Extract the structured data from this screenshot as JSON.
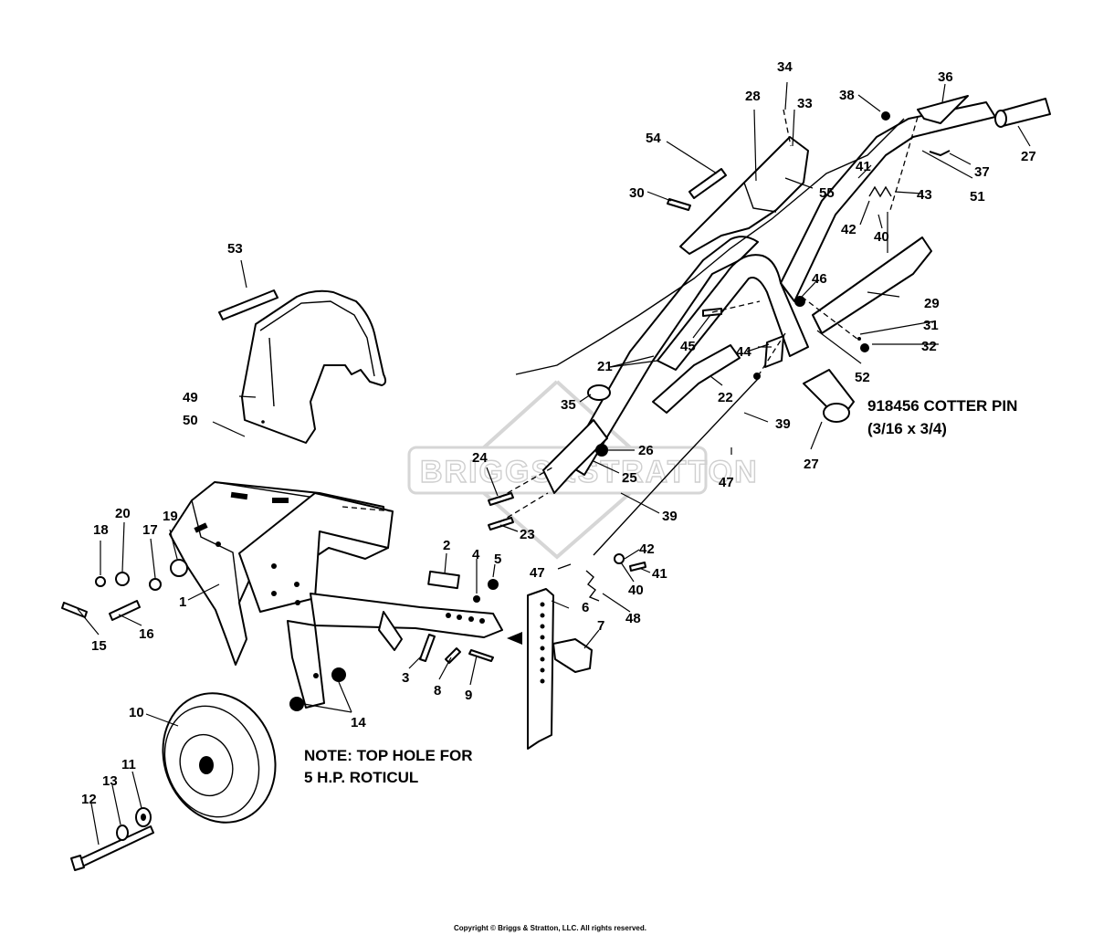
{
  "callouts": [
    "1",
    "2",
    "3",
    "4",
    "5",
    "6",
    "7",
    "8",
    "9",
    "10",
    "11",
    "12",
    "13",
    "14",
    "15",
    "16",
    "17",
    "18",
    "19",
    "20",
    "21",
    "22",
    "23",
    "24",
    "25",
    "26",
    "27",
    "28",
    "29",
    "30",
    "31",
    "32",
    "33",
    "34",
    "35",
    "36",
    "37",
    "38",
    "39",
    "40",
    "41",
    "42",
    "43",
    "44",
    "45",
    "46",
    "47",
    "48",
    "49",
    "50",
    "51",
    "52",
    "53",
    "54",
    "55"
  ],
  "notes": {
    "cotter_pin_line1": "918456 COTTER PIN",
    "cotter_pin_line2": "(3/16 x 3/4)",
    "top_hole_line1": "NOTE: TOP HOLE FOR",
    "top_hole_line2": "5 H.P. ROTICUL"
  },
  "watermark": "BRIGGS&STRATTON",
  "copyright": "Copyright © Briggs & Stratton, LLC. All rights reserved."
}
